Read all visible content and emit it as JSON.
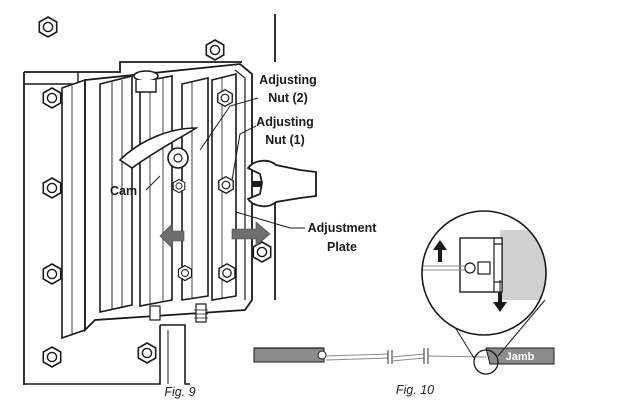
{
  "fig9": {
    "caption": "Fig. 9",
    "labels": {
      "nut2_line1": "Adjusting",
      "nut2_line2": "Nut (2)",
      "nut1_line1": "Adjusting",
      "nut1_line2": "Nut (1)",
      "cam": "Cam",
      "plate_line1": "Adjustment",
      "plate_line2": "Plate"
    }
  },
  "fig10": {
    "caption": "Fig. 10",
    "jamb": "Jamb"
  },
  "colors": {
    "line": "#1a1a1a",
    "arrow_gray": "#6e6e6e",
    "jamb_gray": "#8c8c8c",
    "light_gray": "#d0d0d0"
  },
  "icons": [
    "hex-bolt-icon",
    "wrench-icon",
    "left-arrow-icon",
    "right-arrow-icon",
    "up-arrow-icon",
    "down-arrow-icon"
  ]
}
